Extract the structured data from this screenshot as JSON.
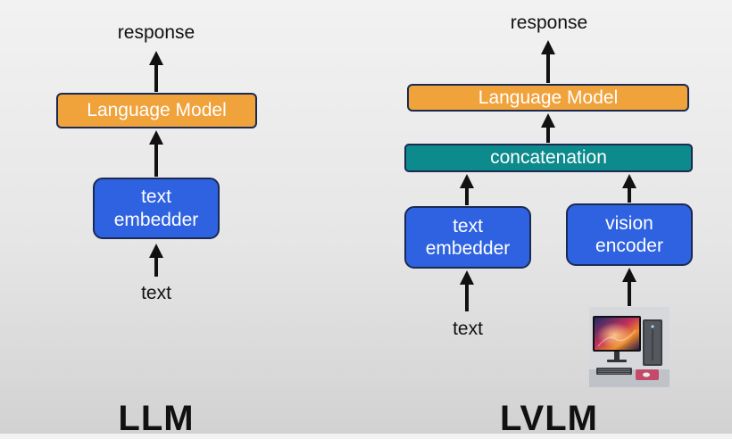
{
  "llm": {
    "title": "LLM",
    "response_label": "response",
    "language_model_label": "Language Model",
    "text_embedder_label": [
      "text",
      "embedder"
    ],
    "input_label": "text"
  },
  "lvlm": {
    "title": "LVLM",
    "response_label": "response",
    "language_model_label": "Language Model",
    "concatenation_label": "concatenation",
    "text_embedder_label": [
      "text",
      "embedder"
    ],
    "vision_encoder_label": [
      "vision",
      "encoder"
    ],
    "input_label": "text",
    "image_input_icon": "computer-image-icon"
  },
  "colors": {
    "language_model": "#f0a23b",
    "concatenation": "#0c8a8c",
    "encoder_blue": "#2f62e0",
    "box_border": "#1b2a52",
    "arrow": "#111111"
  }
}
